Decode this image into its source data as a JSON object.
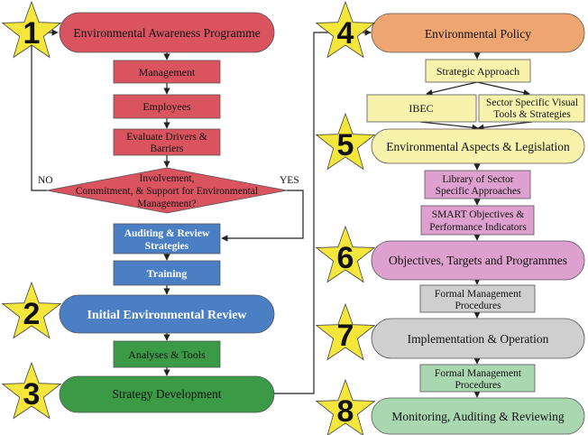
{
  "colors": {
    "red": "#d9545f",
    "blue": "#4a7fc4",
    "green": "#3a9a45",
    "orange": "#eea56f",
    "yellow": "#f8f3ac",
    "pink": "#dda0cf",
    "gray": "#cfcfcf",
    "lightgreen": "#a9d8b0",
    "star": "#f5e63c"
  },
  "stars": [
    "1",
    "2",
    "3",
    "4",
    "5",
    "6",
    "7",
    "8"
  ],
  "left": {
    "awareness": "Environmental Awareness Programme",
    "management": "Management",
    "employees": "Employees",
    "drivers": [
      "Evaluate Drivers &",
      "Barriers"
    ],
    "decision": [
      "Involvement,",
      "Commitment, & Support for Environmental",
      "Management?"
    ],
    "no": "NO",
    "yes": "YES",
    "auditing": [
      "Auditing & Review",
      "Strategies"
    ],
    "training": "Training",
    "initial_review": "Initial Environmental Review",
    "analyses": "Analyses & Tools",
    "strategy": "Strategy Development"
  },
  "right": {
    "policy": "Environmental Policy",
    "strategic": "Strategic Approach",
    "ibec": "IBEC",
    "sector": [
      "Sector Specific Visual",
      "Tools & Strategies"
    ],
    "aspects": "Environmental Aspects & Legislation",
    "library": [
      "Library of Sector",
      "Specific Approaches"
    ],
    "smart": [
      "SMART Objectives &",
      "Performance Indicators"
    ],
    "objectives": "Objectives, Targets and Programmes",
    "formal1": [
      "Formal Management",
      "Procedures"
    ],
    "implementation": "Implementation & Operation",
    "formal2": [
      "Formal Management",
      "Procedures"
    ],
    "monitoring": "Monitoring, Auditing & Reviewing"
  }
}
